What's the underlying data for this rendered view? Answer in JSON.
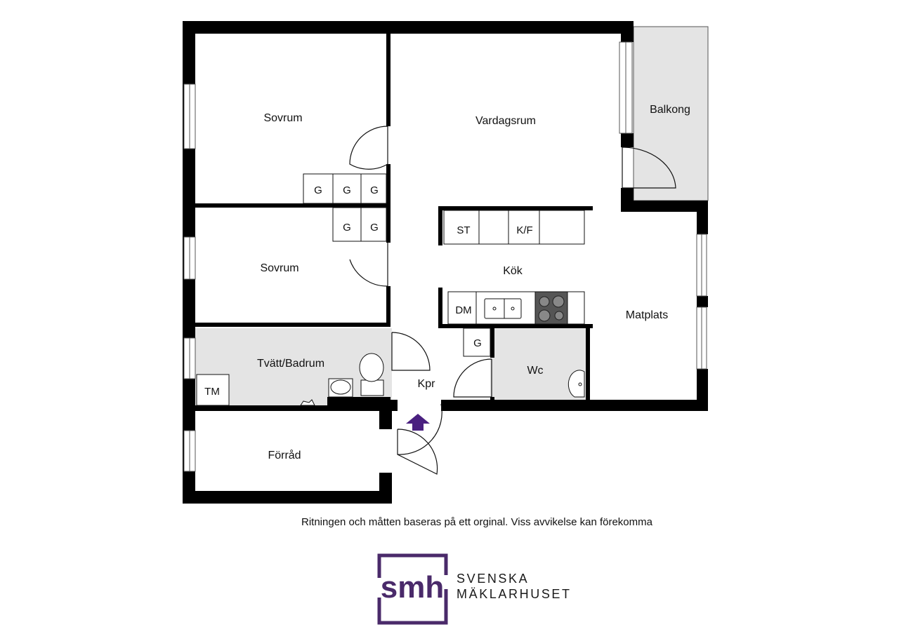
{
  "rooms": {
    "sovrum_1": "Sovrum",
    "vardagsrum": "Vardagsrum",
    "balkong": "Balkong",
    "sovrum_2": "Sovrum",
    "kok": "Kök",
    "matplats": "Matplats",
    "tvatt_badrum": "Tvätt/Badrum",
    "wc": "Wc",
    "kpr": "Kpr",
    "forrad": "Förråd"
  },
  "fixtures": {
    "wardrobe": "G",
    "stove": "ST",
    "fridge_freezer": "K/F",
    "dishwasher": "DM",
    "washing_machine": "TM"
  },
  "disclaimer": "Ritningen och måtten baseras på ett orginal. Viss avvikelse kan förekomma",
  "brand": {
    "line1": "SVENSKA",
    "line2": "MÄKLARHUSET",
    "monogram": "smh",
    "color": "#4a2a6a"
  },
  "colors": {
    "wall": "#000000",
    "wet_room": "#e4e4e4",
    "entrance_arrow": "#4a2080"
  }
}
